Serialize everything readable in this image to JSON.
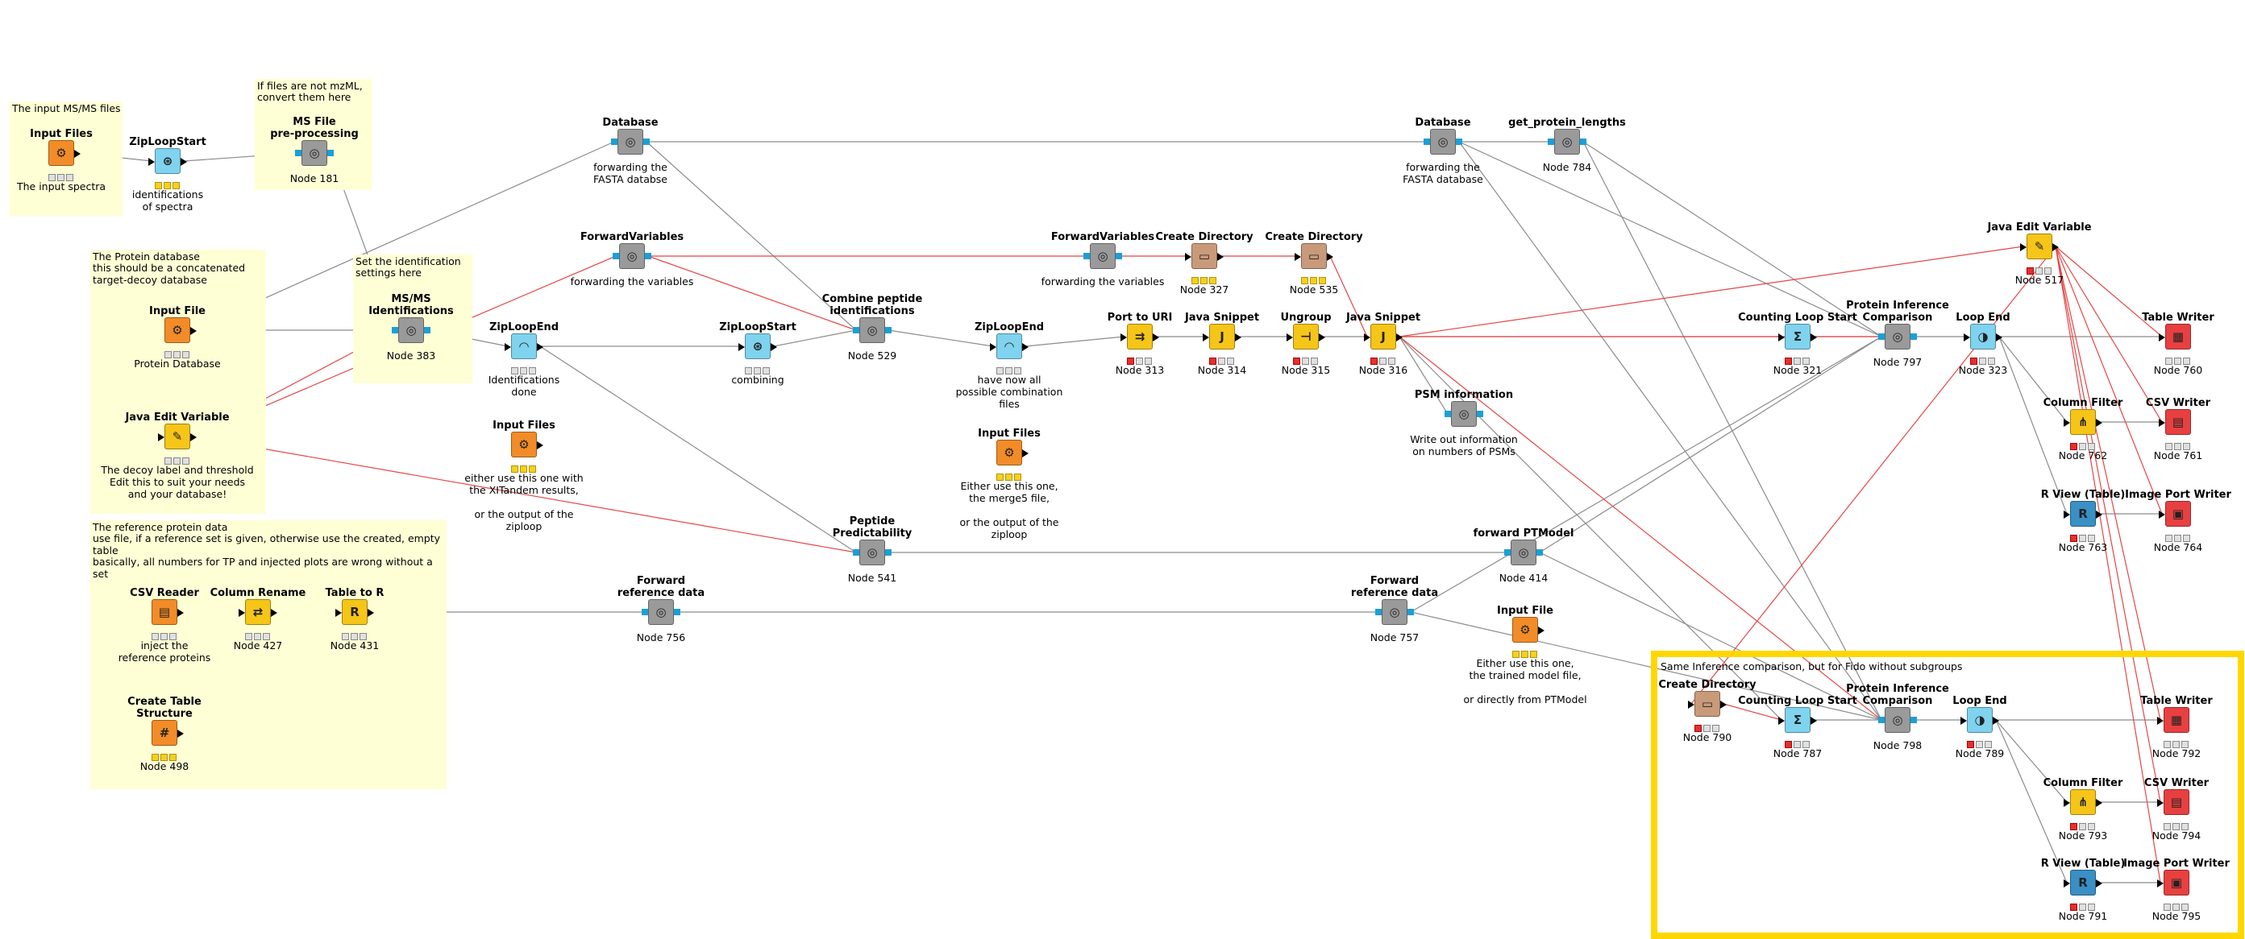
{
  "workflow": {
    "annotations": [
      {
        "id": "a1",
        "text": "The input MS/MS files"
      },
      {
        "id": "a2",
        "text": "If files are not mzML,\nconvert them here"
      },
      {
        "id": "a3",
        "text": "The Protein database\nthis should be a concatenated\ntarget-decoy database"
      },
      {
        "id": "a4",
        "text": "Set the identification\nsettings here"
      },
      {
        "id": "a5",
        "text": "The reference protein data\nuse file, if a reference set is given, otherwise use the created, empty table\nbasically, all numbers for TP and injected plots are wrong without a set"
      },
      {
        "id": "a6",
        "text": "Same Inference comparison, but for Fido without subgroups"
      }
    ],
    "nodes": [
      {
        "id": "n_inputfiles",
        "title": "Input Files",
        "desc": "The input spectra",
        "color": "source",
        "glyph": "⚙",
        "status": "gray"
      },
      {
        "id": "n_ziploopstart1",
        "title": "ZipLoopStart",
        "desc": "identifications\nof spectra",
        "color": "loop",
        "glyph": "⊛",
        "status": "yellow"
      },
      {
        "id": "n_msfile",
        "title": "MS File\npre-processing",
        "desc": "Node 181",
        "color": "meta",
        "glyph": "◎",
        "status": "none"
      },
      {
        "id": "n_database1",
        "title": "Database",
        "desc": "forwarding the\nFASTA databse",
        "color": "meta",
        "glyph": "◎",
        "status": "none"
      },
      {
        "id": "n_database2",
        "title": "Database",
        "desc": "forwarding the\nFASTA database",
        "color": "meta",
        "glyph": "◎",
        "status": "none"
      },
      {
        "id": "n_getprot",
        "title": "get_protein_lengths",
        "desc": "Node 784",
        "color": "meta",
        "glyph": "◎",
        "status": "none"
      },
      {
        "id": "n_fwdvars1",
        "title": "ForwardVariables",
        "desc": "forwarding the variables",
        "color": "meta",
        "glyph": "◎",
        "status": "none"
      },
      {
        "id": "n_fwdvars2",
        "title": "ForwardVariables",
        "desc": "forwarding the variables",
        "color": "meta",
        "glyph": "◎",
        "status": "none"
      },
      {
        "id": "n_createdir1",
        "title": "Create Directory",
        "desc": "Node 327",
        "color": "other",
        "glyph": "▭",
        "status": "yellow"
      },
      {
        "id": "n_createdir2",
        "title": "Create Directory",
        "desc": "Node 535",
        "color": "other",
        "glyph": "▭",
        "status": "yellow"
      },
      {
        "id": "n_javaedit1",
        "title": "Java Edit Variable",
        "desc": "Node 517",
        "color": "flow",
        "glyph": "✎",
        "status": "red"
      },
      {
        "id": "n_inputfile",
        "title": "Input File",
        "desc": "Protein Database",
        "color": "source",
        "glyph": "⚙",
        "status": "gray"
      },
      {
        "id": "n_msms",
        "title": "MS/MS\nIdentifications",
        "desc": "Node 383",
        "color": "meta",
        "glyph": "◎",
        "status": "none"
      },
      {
        "id": "n_ziploopend1",
        "title": "ZipLoopEnd",
        "desc": "Identifications\ndone",
        "color": "loop",
        "glyph": "◠",
        "status": "gray"
      },
      {
        "id": "n_ziploopstart2",
        "title": "ZipLoopStart",
        "desc": "combining",
        "color": "loop",
        "glyph": "⊛",
        "status": "gray"
      },
      {
        "id": "n_combine",
        "title": "Combine peptide\nidentifications",
        "desc": "Node 529",
        "color": "meta",
        "glyph": "◎",
        "status": "none"
      },
      {
        "id": "n_ziploopend2",
        "title": "ZipLoopEnd",
        "desc": "have now all\npossible combination\nfiles",
        "color": "loop",
        "glyph": "◠",
        "status": "gray"
      },
      {
        "id": "n_porttouri",
        "title": "Port to URI",
        "desc": "Node 313",
        "color": "manip",
        "glyph": "⇉",
        "status": "red"
      },
      {
        "id": "n_javasnip1",
        "title": "Java Snippet",
        "desc": "Node 314",
        "color": "manip",
        "glyph": "J",
        "status": "red"
      },
      {
        "id": "n_ungroup",
        "title": "Ungroup",
        "desc": "Node 315",
        "color": "manip",
        "glyph": "⊣",
        "status": "red"
      },
      {
        "id": "n_javasnip2",
        "title": "Java Snippet",
        "desc": "Node 316",
        "color": "manip",
        "glyph": "J",
        "status": "red"
      },
      {
        "id": "n_countloop1",
        "title": "Counting Loop Start",
        "desc": "Node 321",
        "color": "loop",
        "glyph": "Σ",
        "status": "red"
      },
      {
        "id": "n_protinf1",
        "title": "Protein Inference\nComparison",
        "desc": "Node 797",
        "color": "meta",
        "glyph": "◎",
        "status": "none"
      },
      {
        "id": "n_loopend1",
        "title": "Loop End",
        "desc": "Node 323",
        "color": "loop",
        "glyph": "◑",
        "status": "red"
      },
      {
        "id": "n_tablewriter1",
        "title": "Table Writer",
        "desc": "Node 760",
        "color": "sink",
        "glyph": "▦",
        "status": "gray"
      },
      {
        "id": "n_colfilter1",
        "title": "Column Filter",
        "desc": "Node 762",
        "color": "manip",
        "glyph": "⋔",
        "status": "red"
      },
      {
        "id": "n_csvwriter1",
        "title": "CSV Writer",
        "desc": "Node 761",
        "color": "sink",
        "glyph": "▤",
        "status": "gray"
      },
      {
        "id": "n_rview1",
        "title": "R View (Table)",
        "desc": "Node 763",
        "color": "view",
        "glyph": "R",
        "status": "red"
      },
      {
        "id": "n_imgwriter1",
        "title": "Image Port Writer",
        "desc": "Node 764",
        "color": "sink",
        "glyph": "▣",
        "status": "gray"
      },
      {
        "id": "n_psminfo",
        "title": "PSM information",
        "desc": "Write out information\non numbers of PSMs",
        "color": "meta",
        "glyph": "◎",
        "status": "none"
      },
      {
        "id": "n_javaedit2",
        "title": "Java Edit Variable",
        "desc": "The decoy label and threshold\nEdit this to suit your needs\nand your database!",
        "color": "flow",
        "glyph": "✎",
        "status": "gray"
      },
      {
        "id": "n_inputfiles2",
        "title": "Input Files",
        "desc": "either use this one with\nthe XITandem results,\n\nor the output of the\nziploop",
        "color": "source",
        "glyph": "⚙",
        "status": "yellow"
      },
      {
        "id": "n_inputfiles3",
        "title": "Input Files",
        "desc": "Either use this one,\nthe merge5 file,\n\nor the output of the\nziploop",
        "color": "source",
        "glyph": "⚙",
        "status": "yellow"
      },
      {
        "id": "n_peppred",
        "title": "Peptide\nPredictability",
        "desc": "Node 541",
        "color": "meta",
        "glyph": "◎",
        "status": "none"
      },
      {
        "id": "n_fwdptm",
        "title": "forward PTModel",
        "desc": "Node 414",
        "color": "meta",
        "glyph": "◎",
        "status": "none"
      },
      {
        "id": "n_inputfile4",
        "title": "Input File",
        "desc": "Either use this one,\nthe trained model file,\n\nor directly from PTModel",
        "color": "source",
        "glyph": "⚙",
        "status": "yellow"
      },
      {
        "id": "n_csvreader",
        "title": "CSV Reader",
        "desc": "inject the\nreference proteins",
        "color": "source",
        "glyph": "▤",
        "status": "gray"
      },
      {
        "id": "n_colrename",
        "title": "Column Rename",
        "desc": "Node 427",
        "color": "manip",
        "glyph": "⇄",
        "status": "gray"
      },
      {
        "id": "n_tabletor",
        "title": "Table to R",
        "desc": "Node 431",
        "color": "manip",
        "glyph": "R",
        "status": "gray"
      },
      {
        "id": "n_fwdref1",
        "title": "Forward\nreference data",
        "desc": "Node 756",
        "color": "meta",
        "glyph": "◎",
        "status": "none"
      },
      {
        "id": "n_fwdref2",
        "title": "Forward\nreference data",
        "desc": "Node 757",
        "color": "meta",
        "glyph": "◎",
        "status": "none"
      },
      {
        "id": "n_createtable",
        "title": "Create Table\nStructure",
        "desc": "Node 498",
        "color": "source",
        "glyph": "#",
        "status": "yellow"
      },
      {
        "id": "n_createdir3",
        "title": "Create Directory",
        "desc": "Node 790",
        "color": "other",
        "glyph": "▭",
        "status": "red"
      },
      {
        "id": "n_countloop2",
        "title": "Counting Loop Start",
        "desc": "Node 787",
        "color": "loop",
        "glyph": "Σ",
        "status": "red"
      },
      {
        "id": "n_protinf2",
        "title": "Protein Inference\nComparison",
        "desc": "Node 798",
        "color": "meta",
        "glyph": "◎",
        "status": "none"
      },
      {
        "id": "n_loopend2",
        "title": "Loop End",
        "desc": "Node 789",
        "color": "loop",
        "glyph": "◑",
        "status": "red"
      },
      {
        "id": "n_tablewriter2",
        "title": "Table Writer",
        "desc": "Node 792",
        "color": "sink",
        "glyph": "▦",
        "status": "gray"
      },
      {
        "id": "n_colfilter2",
        "title": "Column Filter",
        "desc": "Node 793",
        "color": "manip",
        "glyph": "⋔",
        "status": "red"
      },
      {
        "id": "n_csvwriter2",
        "title": "CSV Writer",
        "desc": "Node 794",
        "color": "sink",
        "glyph": "▤",
        "status": "gray"
      },
      {
        "id": "n_rview2",
        "title": "R View (Table)",
        "desc": "Node 791",
        "color": "view",
        "glyph": "R",
        "status": "red"
      },
      {
        "id": "n_imgwriter2",
        "title": "Image Port Writer",
        "desc": "Node 795",
        "color": "sink",
        "glyph": "▣",
        "status": "gray"
      }
    ],
    "colors": {
      "source": "#f28c28",
      "manip": "#f5c518",
      "loop": "#7fd3ee",
      "meta": "#9a9a9a",
      "sink": "#e84040",
      "view": "#3a8fc4",
      "other": "#c99a7a",
      "flow": "#f5c518",
      "data_wire": "#8c8c8c",
      "flow_wire": "#e64545",
      "highlight_border": "#ffd700",
      "annotation_bg": "#ffffd6"
    }
  }
}
